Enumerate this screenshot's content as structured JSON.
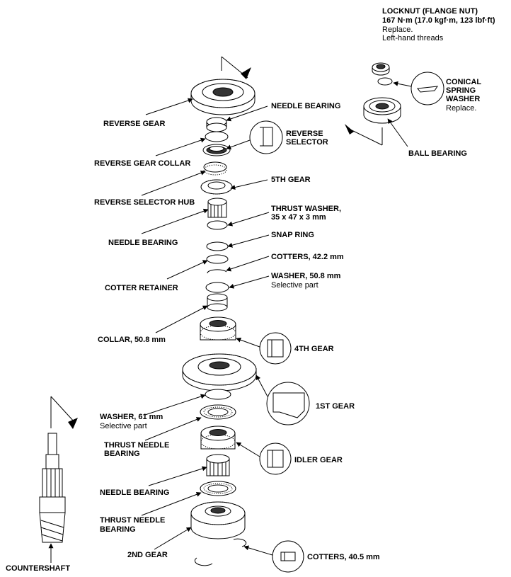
{
  "labels": {
    "locknut_title": "LOCKNUT (FLANGE NUT)",
    "locknut_torque": "167 N·m (17.0 kgf·m, 123 lbf·ft)",
    "locknut_replace": "Replace.",
    "locknut_threads": "Left-hand threads",
    "conical_1": "CONICAL",
    "conical_2": "SPRING",
    "conical_3": "WASHER",
    "conical_replace": "Replace.",
    "ball_bearing": "BALL BEARING",
    "needle_bearing_top": "NEEDLE BEARING",
    "reverse_gear": "REVERSE GEAR",
    "reverse_selector_1": "REVERSE",
    "reverse_selector_2": "SELECTOR",
    "reverse_gear_collar": "REVERSE GEAR COLLAR",
    "fifth_gear": "5TH GEAR",
    "reverse_selector_hub": "REVERSE SELECTOR HUB",
    "thrust_washer_1": "THRUST WASHER,",
    "thrust_washer_2": "35 x 47 x 3 mm",
    "needle_bearing_mid": "NEEDLE BEARING",
    "snap_ring": "SNAP RING",
    "cotters_422": "COTTERS, 42.2 mm",
    "cotter_retainer": "COTTER RETAINER",
    "washer_508": "WASHER, 50.8 mm",
    "washer_508_sel": "Selective part",
    "collar_508": "COLLAR, 50.8 mm",
    "fourth_gear": "4TH GEAR",
    "first_gear": "1ST GEAR",
    "washer_61": "WASHER, 61 mm",
    "washer_61_sel": "Selective part",
    "thrust_needle_1a": "THRUST NEEDLE",
    "thrust_needle_1b": "BEARING",
    "idler_gear": "IDLER GEAR",
    "needle_bearing_low": "NEEDLE BEARING",
    "thrust_needle_2a": "THRUST NEEDLE",
    "thrust_needle_2b": "BEARING",
    "second_gear": "2ND GEAR",
    "cotters_405": "COTTERS, 40.5 mm",
    "countershaft": "COUNTERSHAFT"
  }
}
